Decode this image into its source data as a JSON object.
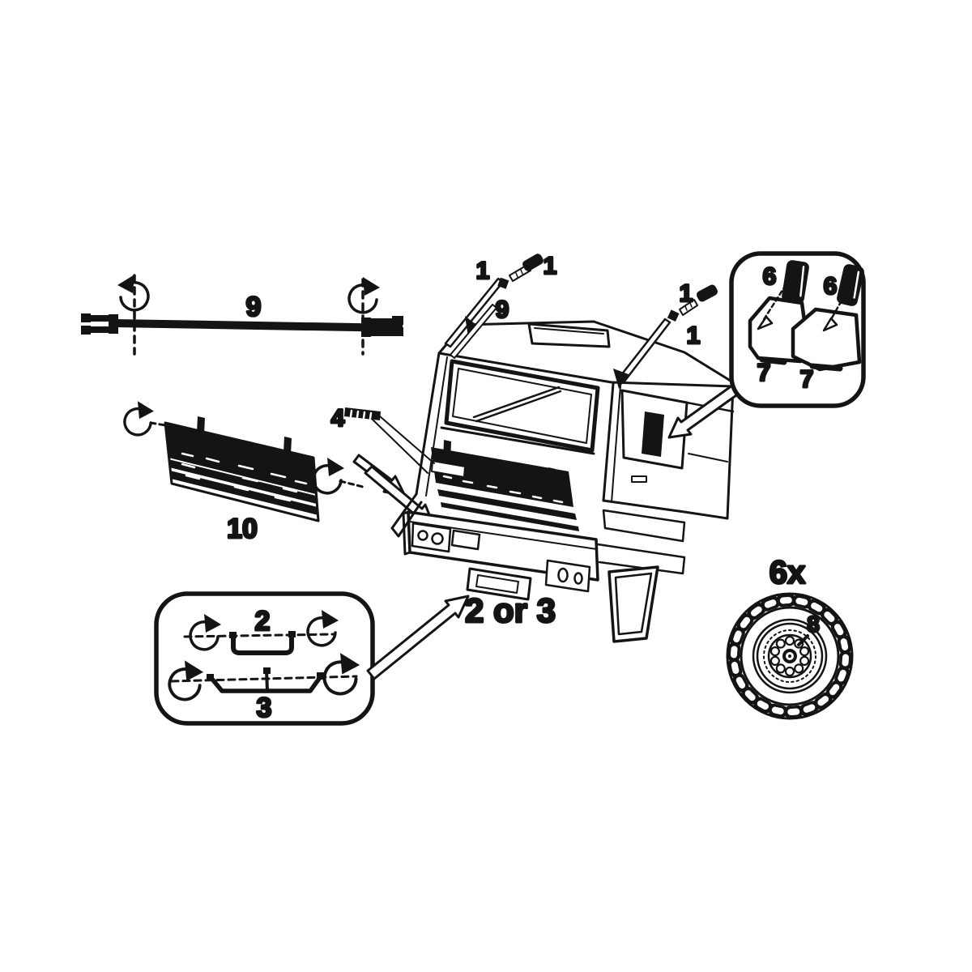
{
  "sheet": {
    "type": "model-kit-assembly-instruction-diagram",
    "colors": {
      "ink": "#141414",
      "paper": "#ffffff"
    }
  },
  "labels": {
    "blade": "9",
    "wiper_arm": "9",
    "mirror_screw_left": "1",
    "mirror_arm_left": "1",
    "mirror_screw_right": "1",
    "mirror_arm_right": "1",
    "nameplate": "4",
    "grille_panel": "10",
    "mirror_glass_a": "6",
    "mirror_glass_b": "6",
    "mirror_housing_a": "7",
    "mirror_housing_b": "7",
    "bracket_short": "2",
    "bracket_long": "3",
    "bumper_part_choice": "2 or 3",
    "wheel_quantity": "6x",
    "wheel_hub": "8"
  }
}
